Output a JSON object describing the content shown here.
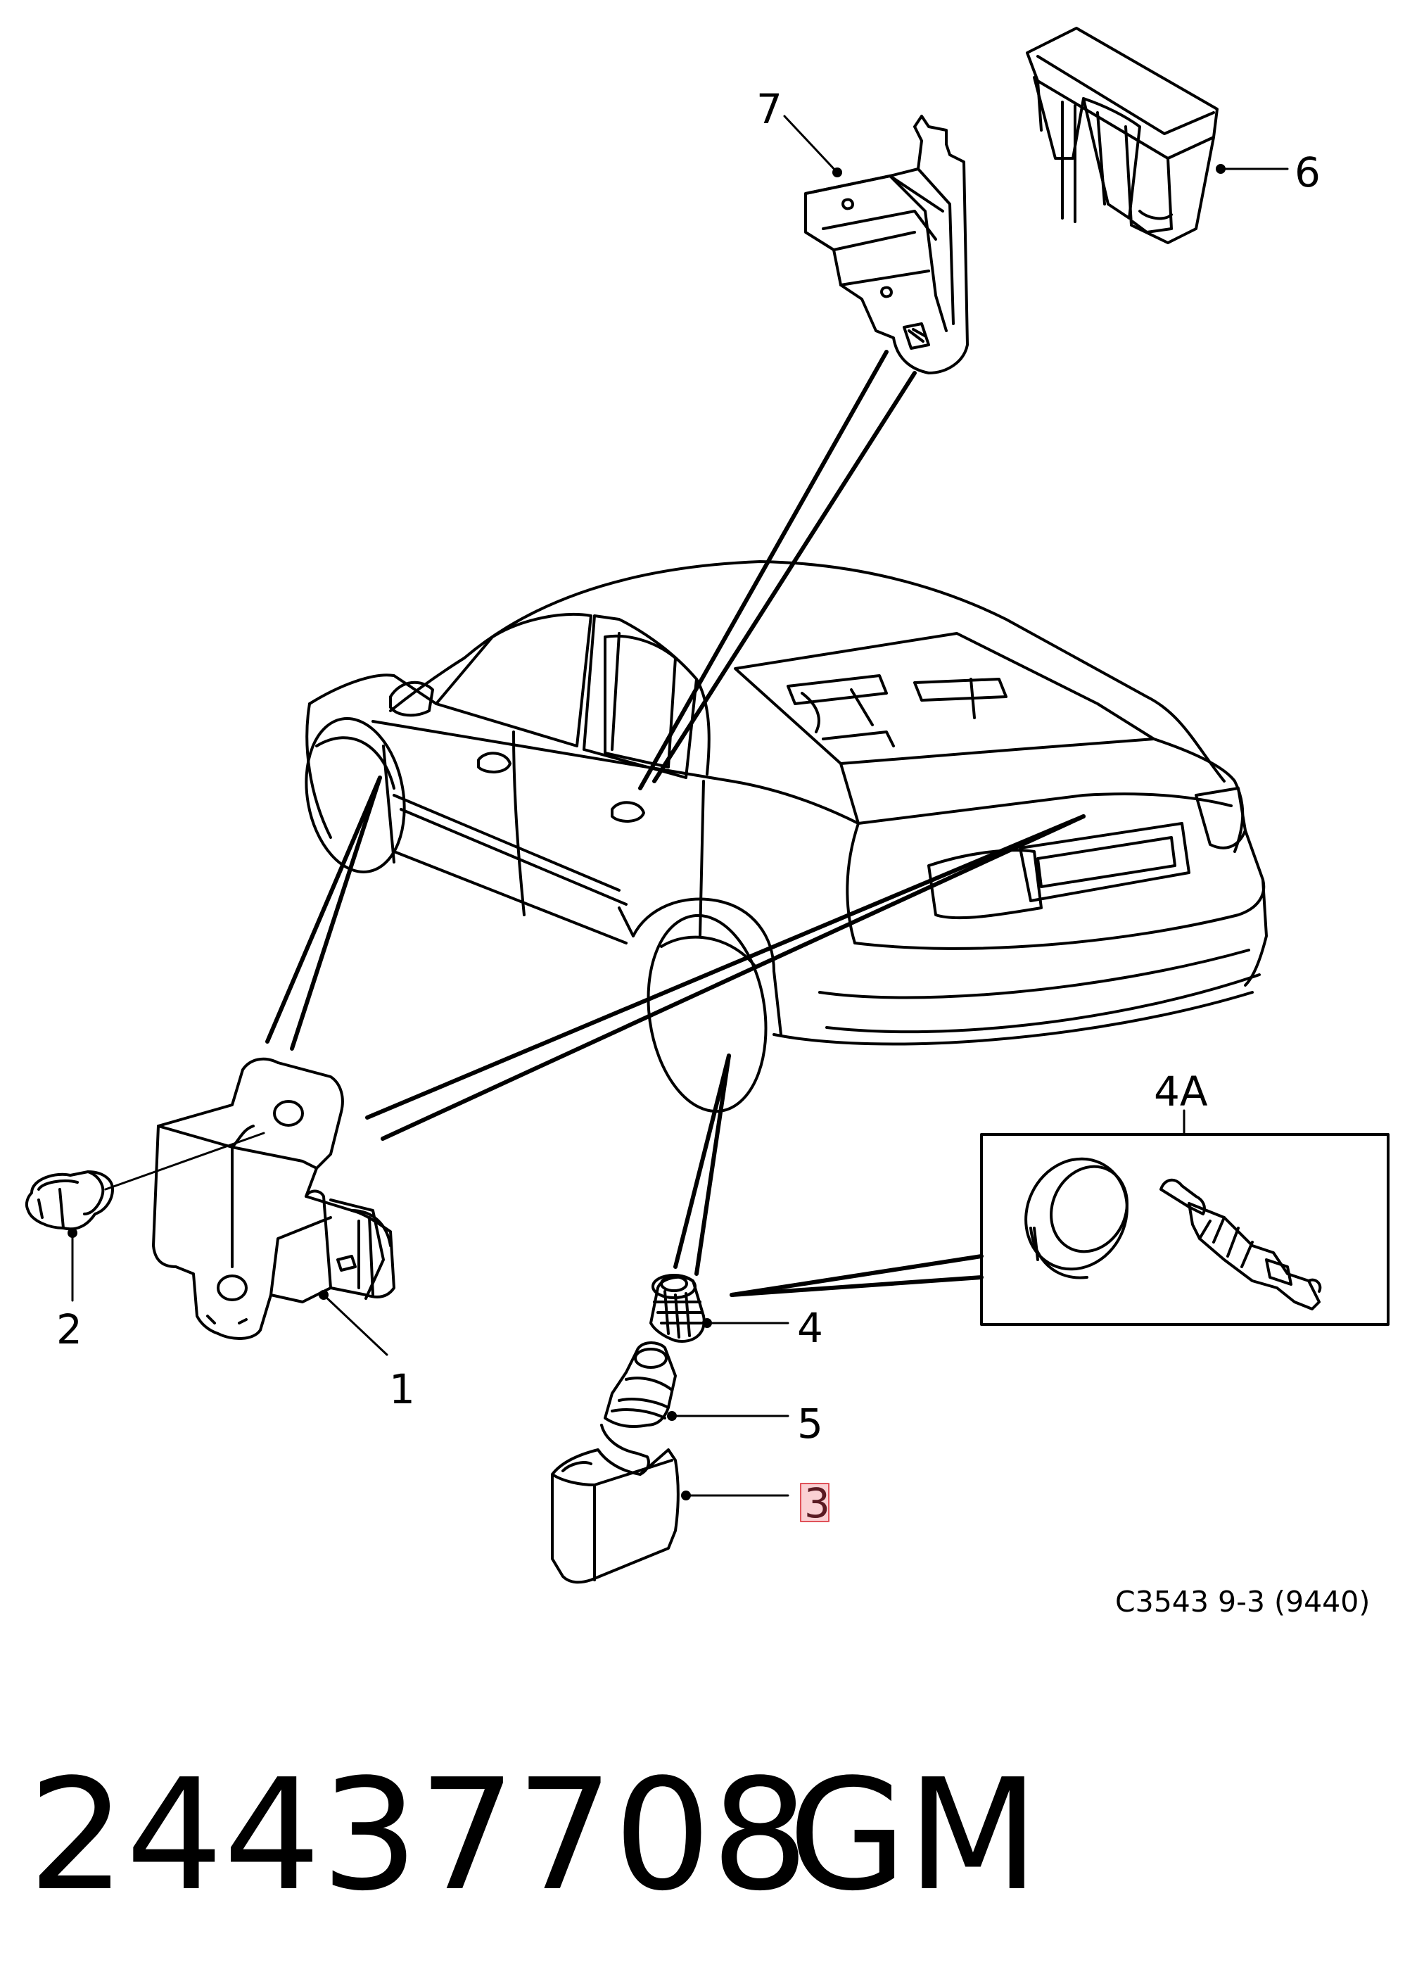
{
  "callouts": {
    "c1": "1",
    "c2": "2",
    "c3": "3",
    "c4": "4",
    "c4a": "4A",
    "c5": "5",
    "c6": "6",
    "c7": "7"
  },
  "reference_code": "C3543 9-3 (9440)",
  "part_number": "24437708",
  "manufacturer": "GM",
  "colors": {
    "line": "#000000",
    "highlight_border": "#e0525a",
    "highlight_fill": "#f07882"
  }
}
